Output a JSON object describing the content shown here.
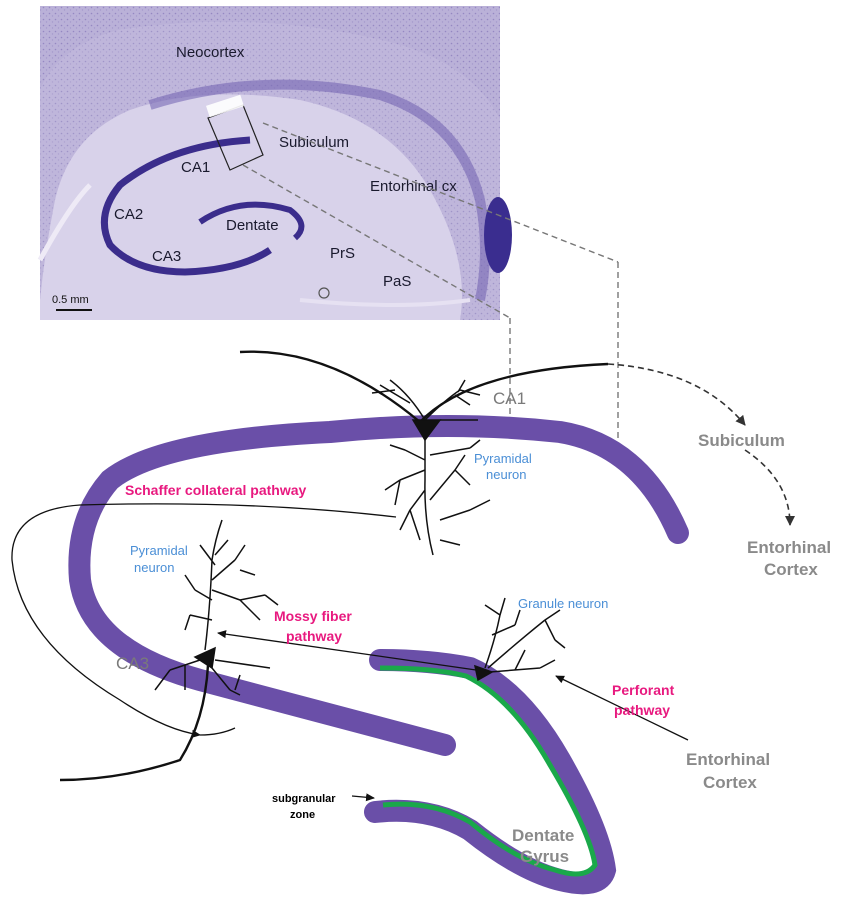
{
  "micrograph": {
    "labels": {
      "neocortex": "Neocortex",
      "subiculum": "Subiculum",
      "ca1": "CA1",
      "entorhinal": "Entorhinal cx",
      "ca2": "CA2",
      "dentate": "Dentate",
      "ca3": "CA3",
      "prs": "PrS",
      "pas": "PaS",
      "scale": "0.5 mm"
    }
  },
  "schematic": {
    "ca1": "CA1",
    "subiculum": "Subiculum",
    "entorhinal_top_1": "Entorhinal",
    "entorhinal_top_2": "Cortex",
    "pyramidal_ca1_1": "Pyramidal",
    "pyramidal_ca1_2": "neuron",
    "schaffer": "Schaffer collateral pathway",
    "pyramidal_ca3_1": "Pyramidal",
    "pyramidal_ca3_2": "neuron",
    "mossy_1": "Mossy fiber",
    "mossy_2": "pathway",
    "granule": "Granule neuron",
    "ca3": "CA3",
    "perforant_1": "Perforant",
    "perforant_2": "pathway",
    "entorhinal_bottom_1": "Entorhinal",
    "entorhinal_bottom_2": "Cortex",
    "subgranular_1": "subgranular",
    "subgranular_2": "zone",
    "dentate_gyrus_1": "Dentate",
    "dentate_gyrus_2": "Gyrus"
  },
  "colors": {
    "purple_layer": "#6a4fa8",
    "green_layer": "#1aa84a",
    "pink_text": "#e8197f",
    "blue_text": "#4b8fd6",
    "gray_text": "#8a8a8a"
  }
}
